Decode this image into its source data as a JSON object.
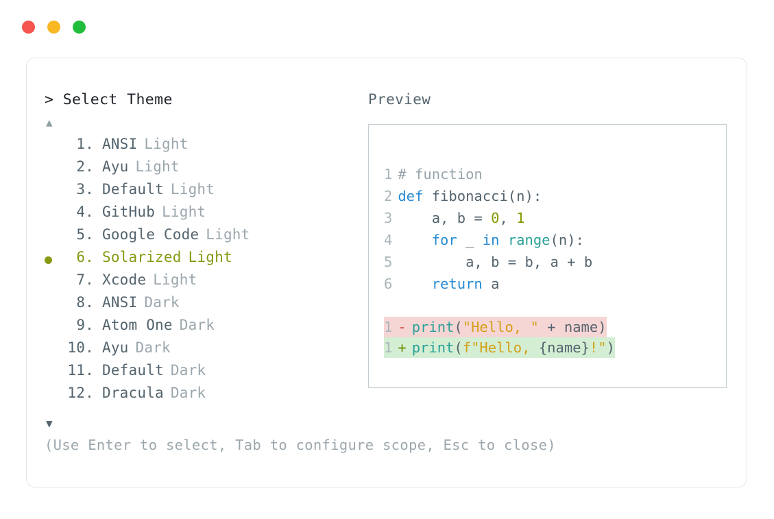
{
  "window": {
    "dots": [
      {
        "name": "close",
        "color": "#f5554e"
      },
      {
        "name": "minimize",
        "color": "#f7b824"
      },
      {
        "name": "maximize",
        "color": "#22bd3c"
      }
    ]
  },
  "picker": {
    "prompt": "> Select Theme",
    "scroll_up": "▲",
    "scroll_down": "▼",
    "selected_index": 6,
    "accent_color": "#879a12",
    "items": [
      {
        "num": "1.",
        "name": "ANSI",
        "variant": "Light",
        "selected": false
      },
      {
        "num": "2.",
        "name": "Ayu",
        "variant": "Light",
        "selected": false
      },
      {
        "num": "3.",
        "name": "Default",
        "variant": "Light",
        "selected": false
      },
      {
        "num": "4.",
        "name": "GitHub",
        "variant": "Light",
        "selected": false
      },
      {
        "num": "5.",
        "name": "Google Code",
        "variant": "Light",
        "selected": false
      },
      {
        "num": "6.",
        "name": "Solarized",
        "variant": "Light",
        "selected": true
      },
      {
        "num": "7.",
        "name": "Xcode",
        "variant": "Light",
        "selected": false
      },
      {
        "num": "8.",
        "name": "ANSI",
        "variant": "Dark",
        "selected": false
      },
      {
        "num": "9.",
        "name": "Atom One",
        "variant": "Dark",
        "selected": false
      },
      {
        "num": "10.",
        "name": "Ayu",
        "variant": "Dark",
        "selected": false
      },
      {
        "num": "11.",
        "name": "Default",
        "variant": "Dark",
        "selected": false
      },
      {
        "num": "12.",
        "name": "Dracula",
        "variant": "Dark",
        "selected": false
      }
    ],
    "hint": "(Use Enter to select, Tab to configure scope, Esc to close)"
  },
  "preview": {
    "label": "Preview",
    "code_lines": [
      {
        "num": "1",
        "tokens": [
          {
            "t": "# function",
            "c": "comment"
          }
        ]
      },
      {
        "num": "2",
        "tokens": [
          {
            "t": "def ",
            "c": "keyword"
          },
          {
            "t": "fibonacci(n):",
            "c": "plain"
          }
        ]
      },
      {
        "num": "3",
        "tokens": [
          {
            "t": "    a, b = ",
            "c": "plain"
          },
          {
            "t": "0",
            "c": "number"
          },
          {
            "t": ", ",
            "c": "plain"
          },
          {
            "t": "1",
            "c": "number"
          }
        ]
      },
      {
        "num": "4",
        "tokens": [
          {
            "t": "    ",
            "c": "plain"
          },
          {
            "t": "for",
            "c": "keyword"
          },
          {
            "t": " _ ",
            "c": "plain"
          },
          {
            "t": "in",
            "c": "keyword"
          },
          {
            "t": " ",
            "c": "plain"
          },
          {
            "t": "range",
            "c": "func"
          },
          {
            "t": "(n):",
            "c": "plain"
          }
        ]
      },
      {
        "num": "5",
        "tokens": [
          {
            "t": "        a, b = b, a + b",
            "c": "plain"
          }
        ]
      },
      {
        "num": "6",
        "tokens": [
          {
            "t": "    ",
            "c": "plain"
          },
          {
            "t": "return",
            "c": "keyword"
          },
          {
            "t": " a",
            "c": "plain"
          }
        ]
      }
    ],
    "diff_lines": [
      {
        "num": "1",
        "marker": "-",
        "kind": "removed",
        "tokens": [
          {
            "t": "print",
            "c": "func"
          },
          {
            "t": "(",
            "c": "plain"
          },
          {
            "t": "\"Hello, \"",
            "c": "string"
          },
          {
            "t": " + name)",
            "c": "plain"
          }
        ]
      },
      {
        "num": "1",
        "marker": "+",
        "kind": "added",
        "tokens": [
          {
            "t": "print",
            "c": "func"
          },
          {
            "t": "(",
            "c": "plain"
          },
          {
            "t": "f\"Hello, ",
            "c": "string"
          },
          {
            "t": "{name}",
            "c": "plain"
          },
          {
            "t": "!\"",
            "c": "string"
          },
          {
            "t": ")",
            "c": "plain"
          }
        ]
      }
    ]
  }
}
